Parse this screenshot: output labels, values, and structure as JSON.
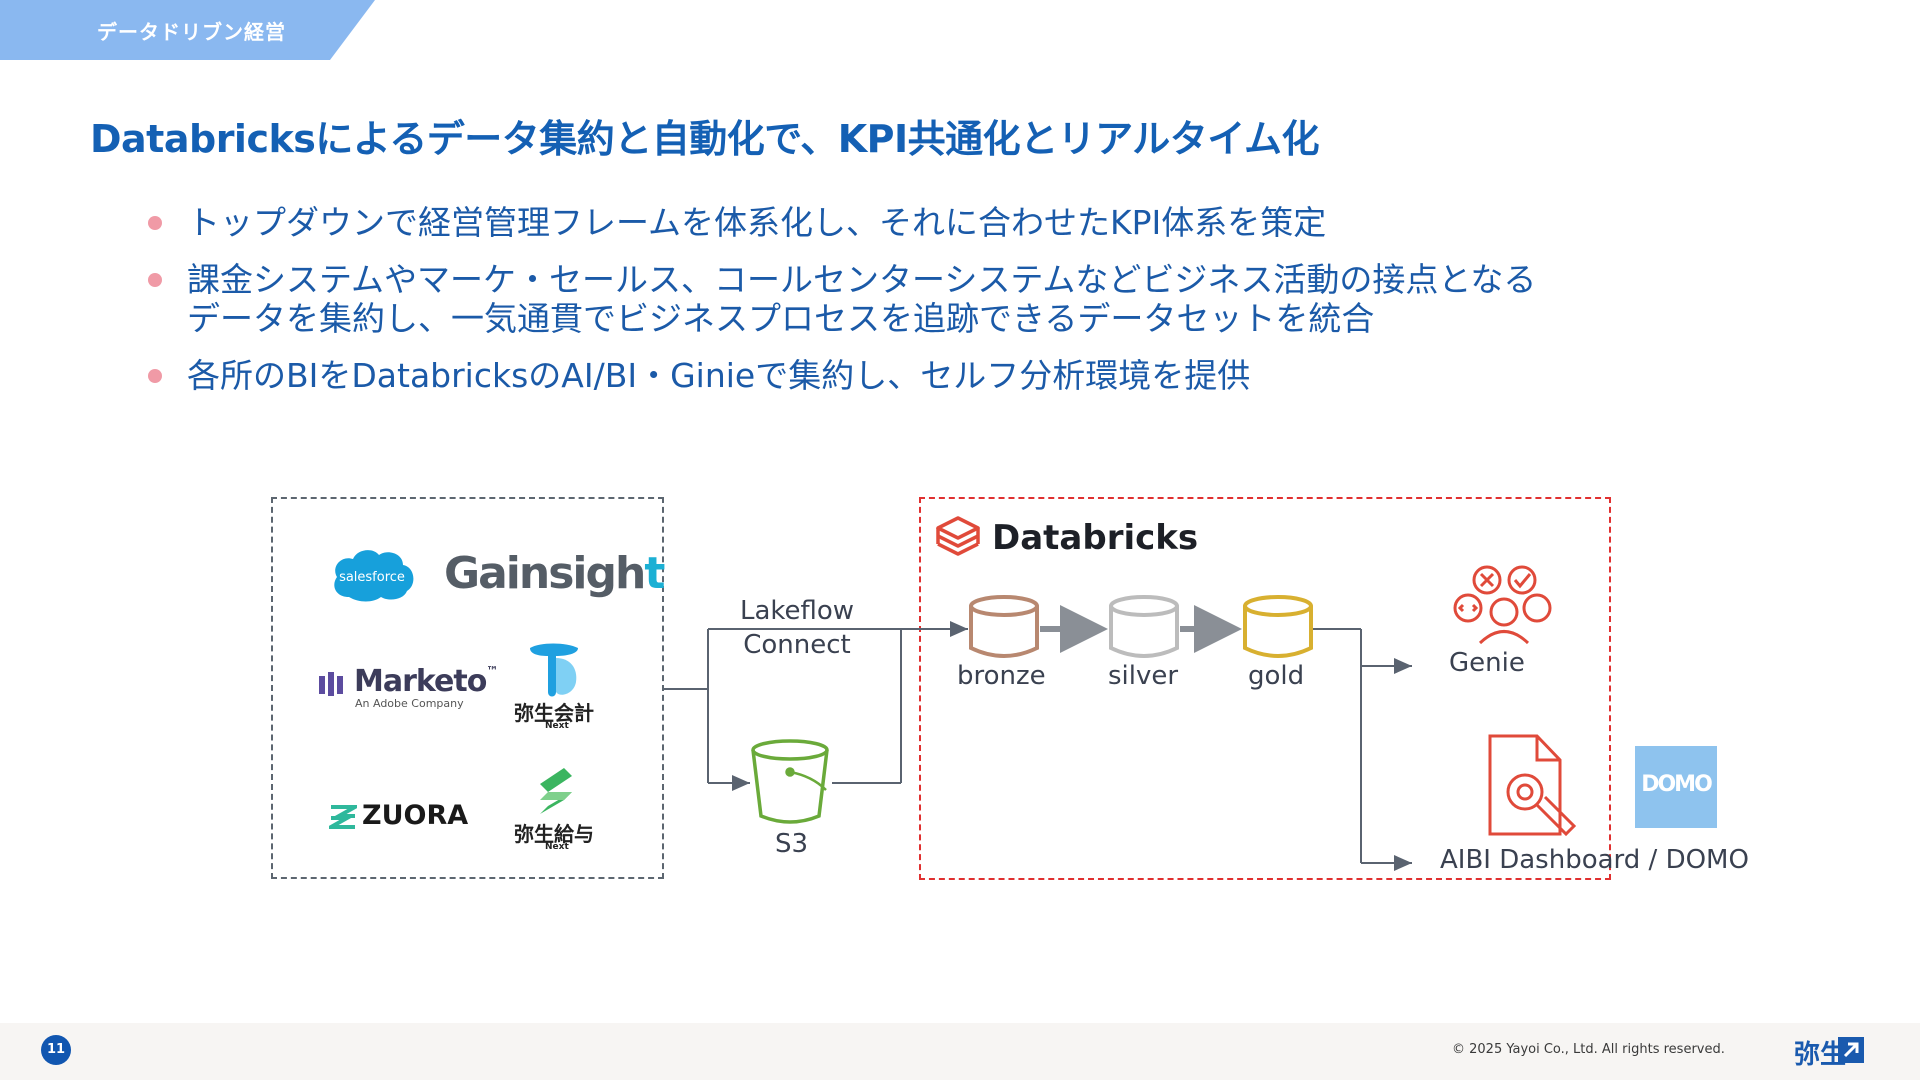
{
  "header": {
    "section_tab": "データドリブン経営",
    "title": "Databricksによるデータ集約と自動化で、KPI共通化とリアルタイム化"
  },
  "bullets": [
    {
      "lines": [
        "トップダウンで経営管理フレームを体系化し、それに合わせたKPI体系を策定"
      ]
    },
    {
      "lines": [
        "課金システムやマーケ・セールス、コールセンターシステムなどビジネス活動の接点となる",
        "データを集約し、一気通貫でビジネスプロセスを追跡できるデータセットを統合"
      ]
    },
    {
      "lines": [
        "各所のBIをDatabricksのAI/BI・Ginieで集約し、セルフ分析環境を提供"
      ]
    }
  ],
  "sources": {
    "salesforce": "salesforce",
    "gainsight_main": "Gainsigh",
    "gainsight_accent": "t",
    "marketo": "Marketo",
    "marketo_tm": "™",
    "marketo_sub": "An Adobe Company",
    "yayoi_kaikei": "弥生会計",
    "yayoi_kaikei_next": "Next",
    "zuora": "ZUORA",
    "yayoi_kyuyo": "弥生給与",
    "yayoi_kyuyo_next": "Next"
  },
  "flow": {
    "lakeflow_line1": "Lakeflow",
    "lakeflow_line2": "Connect",
    "s3": "S3",
    "databricks": "Databricks",
    "bronze": "bronze",
    "silver": "silver",
    "gold": "gold",
    "genie": "Genie",
    "dashboard": "AIBI Dashboard / DOMO",
    "domo_logo": "DOMO"
  },
  "colors": {
    "title_blue": "#1460b4",
    "bronze": "#b88870",
    "silver": "#bcbcbc",
    "gold": "#d8b030",
    "databricks_red": "#e03030",
    "s3_green": "#6aaa3a"
  },
  "footer": {
    "page_number": "11",
    "copyright": "© 2025 Yayoi Co., Ltd.  All rights reserved.",
    "brand": "弥生"
  }
}
